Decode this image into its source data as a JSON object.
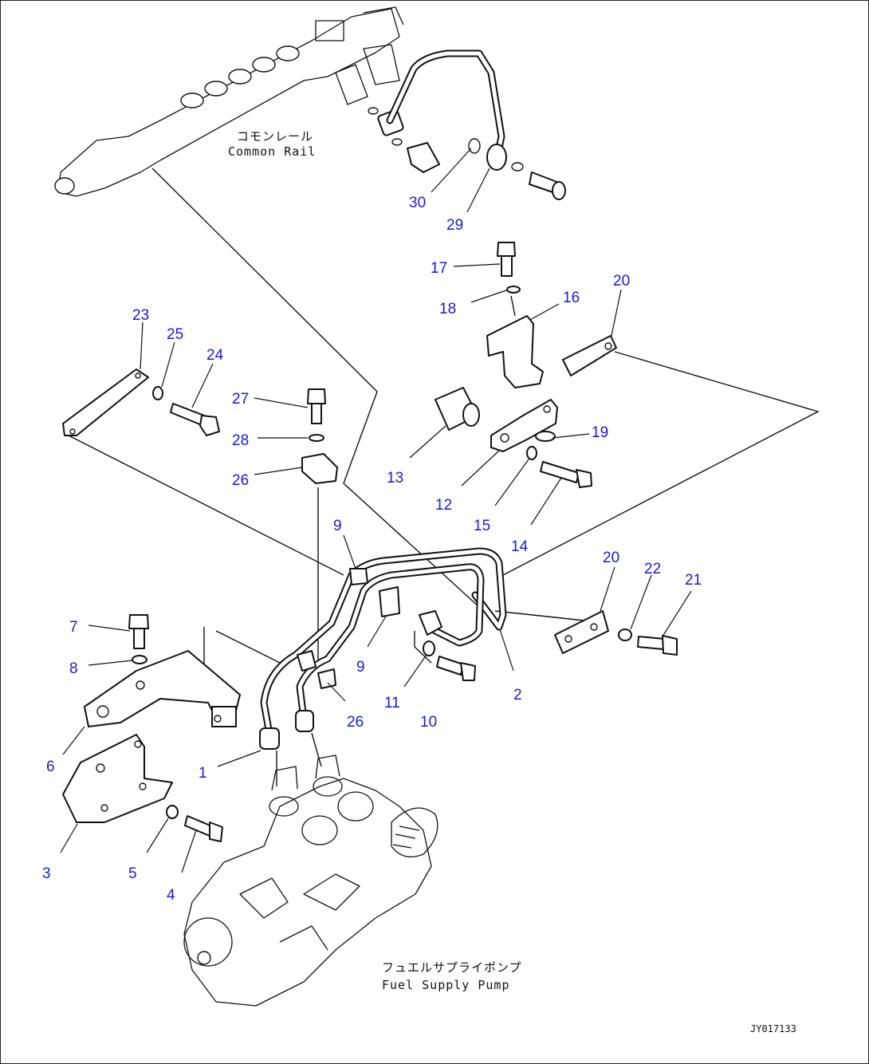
{
  "captions": {
    "common_rail_jp": "コモンレール",
    "common_rail_en": "Common Rail",
    "pump_jp": "フュエルサプライポンプ",
    "pump_en": "Fuel Supply Pump"
  },
  "drawing_code": "JY017133",
  "callouts": {
    "n1": "1",
    "n2": "2",
    "n3": "3",
    "n4": "4",
    "n5": "5",
    "n6": "6",
    "n7": "7",
    "n8": "8",
    "n9a": "9",
    "n9b": "9",
    "n10": "10",
    "n11": "11",
    "n12": "12",
    "n13": "13",
    "n14": "14",
    "n15": "15",
    "n16": "16",
    "n17": "17",
    "n18": "18",
    "n19": "19",
    "n20a": "20",
    "n20b": "20",
    "n21": "21",
    "n22": "22",
    "n23": "23",
    "n24": "24",
    "n25": "25",
    "n26a": "26",
    "n26b": "26",
    "n27": "27",
    "n28": "28",
    "n29": "29",
    "n30": "30"
  },
  "colors": {
    "callout": "#1a1ad4",
    "line": "#111111"
  }
}
